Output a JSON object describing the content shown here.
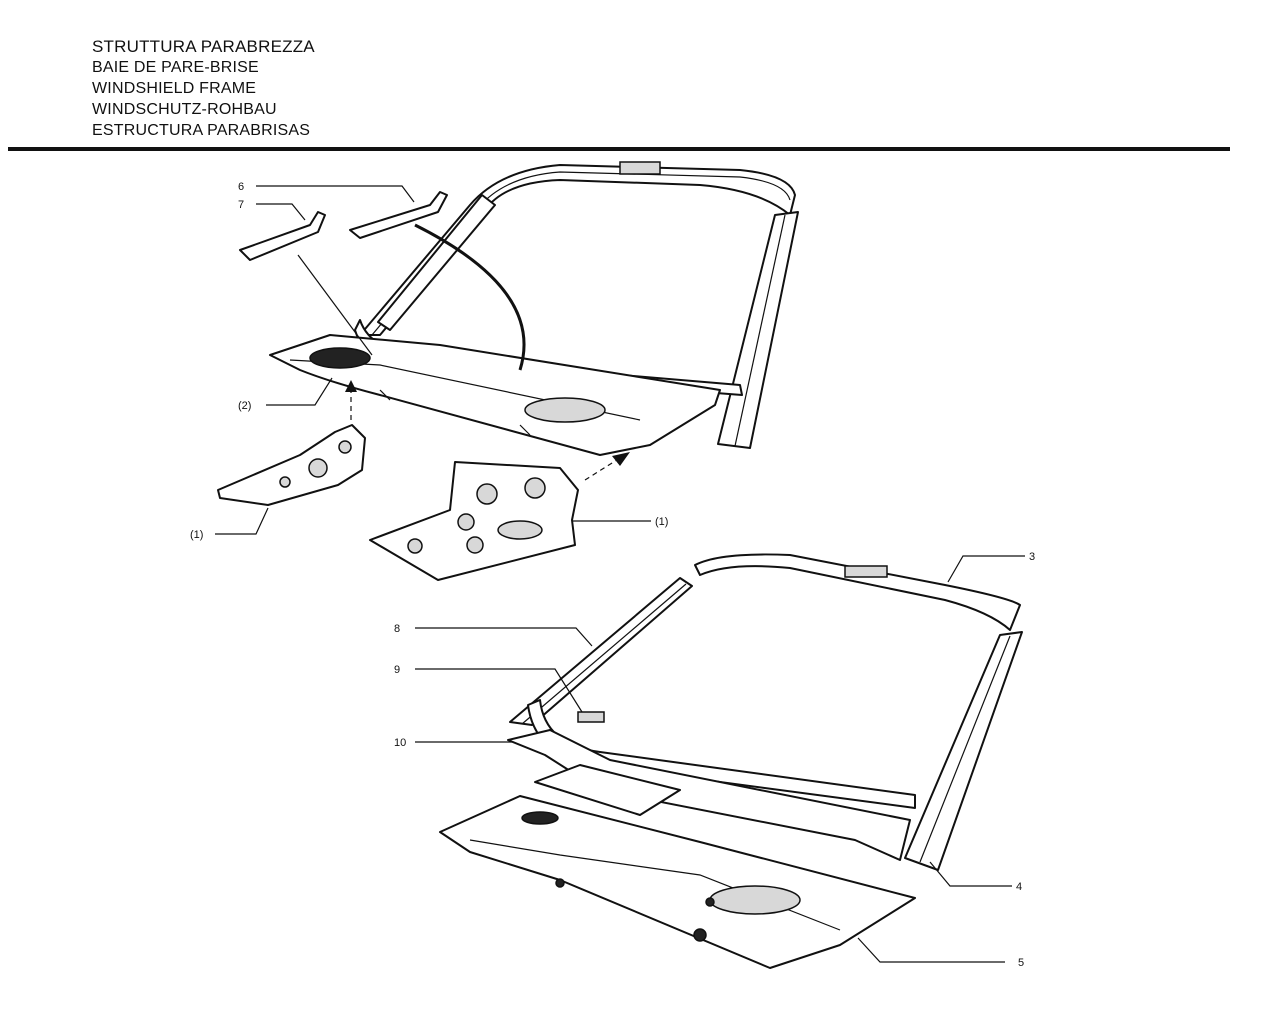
{
  "titles": [
    "STRUTTURA PARABREZZA",
    "BAIE DE PARE-BRISE",
    "WINDSHIELD FRAME",
    "WINDSCHUTZ-ROHBAU",
    "ESTRUCTURA PARABRISAS"
  ],
  "callouts": {
    "c6": "6",
    "c7": "7",
    "c2": "(2)",
    "c1a": "(1)",
    "c1b": "(1)",
    "c3": "3",
    "c8": "8",
    "c9": "9",
    "c10": "10",
    "c4": "4",
    "c5": "5"
  }
}
